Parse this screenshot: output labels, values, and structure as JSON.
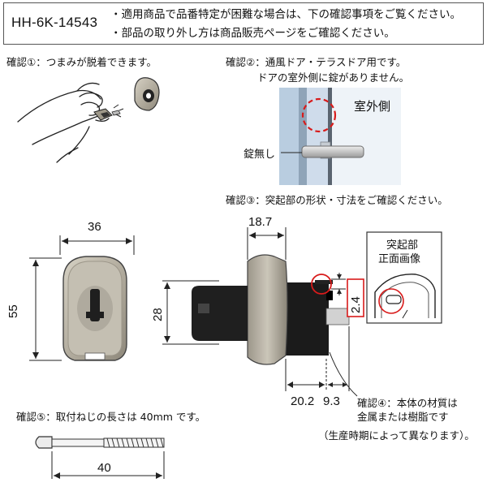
{
  "header": {
    "product_code": "HH-6K-14543",
    "note_1": "・適用商品で品番特定が困難な場合は、下の確認事項をご覧ください。",
    "note_2": "・部品の取り外し方は商品販売ページをご確認ください。"
  },
  "checks": {
    "check_1": "確認①：つまみが脱着できます。",
    "check_2_line1": "確認②：通風ドア・テラスドア用です。",
    "check_2_line2": "ドアの室外側に錠がありません。",
    "check_3": "確認③：突起部の形状・寸法をご確認ください。",
    "check_4_line1": "確認④：本体の材質は",
    "check_4_line2": "金属または樹脂です",
    "check_4_line3": "（生産時期によって異なります）。",
    "check_5": "確認⑤：取付ねじの長さは 40mm です。"
  },
  "door_labels": {
    "outdoor_side": "室外側",
    "no_lock": "錠無し"
  },
  "protrusion_inset": {
    "line1": "突起部",
    "line2": "正面画像"
  },
  "dimensions": {
    "width": "36",
    "height": "55",
    "depth": "18.7",
    "knob_height": "28",
    "base_depth": "20.2",
    "spindle_length": "9.3",
    "protrusion": "2.4",
    "screw_length": "40"
  },
  "colors": {
    "metal": "#b3ad9f",
    "knob": "#1f1f1f",
    "circle_red": "#d81b1b",
    "door_frame": "#c5d5e4"
  }
}
